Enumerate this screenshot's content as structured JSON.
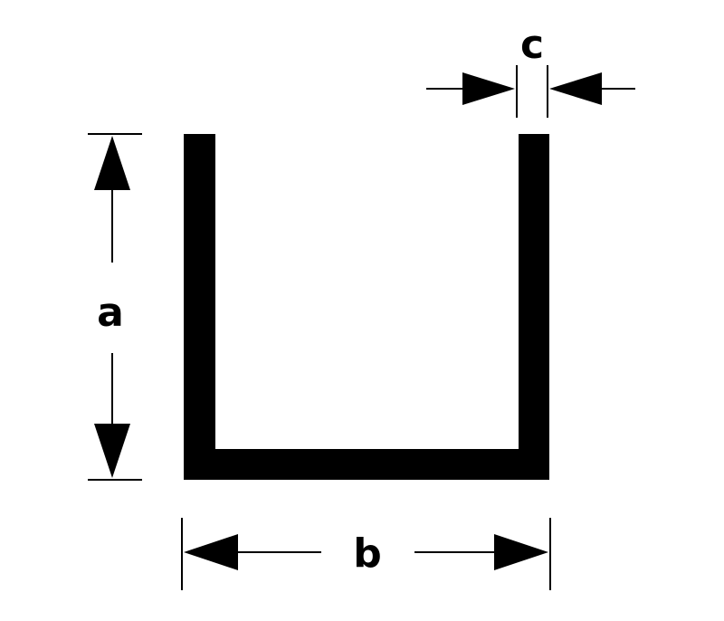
{
  "diagram": {
    "labels": {
      "height": "a",
      "width": "b",
      "thickness": "c"
    },
    "colors": {
      "profile": "#000000",
      "lines": "#000000",
      "background": "#ffffff"
    }
  }
}
